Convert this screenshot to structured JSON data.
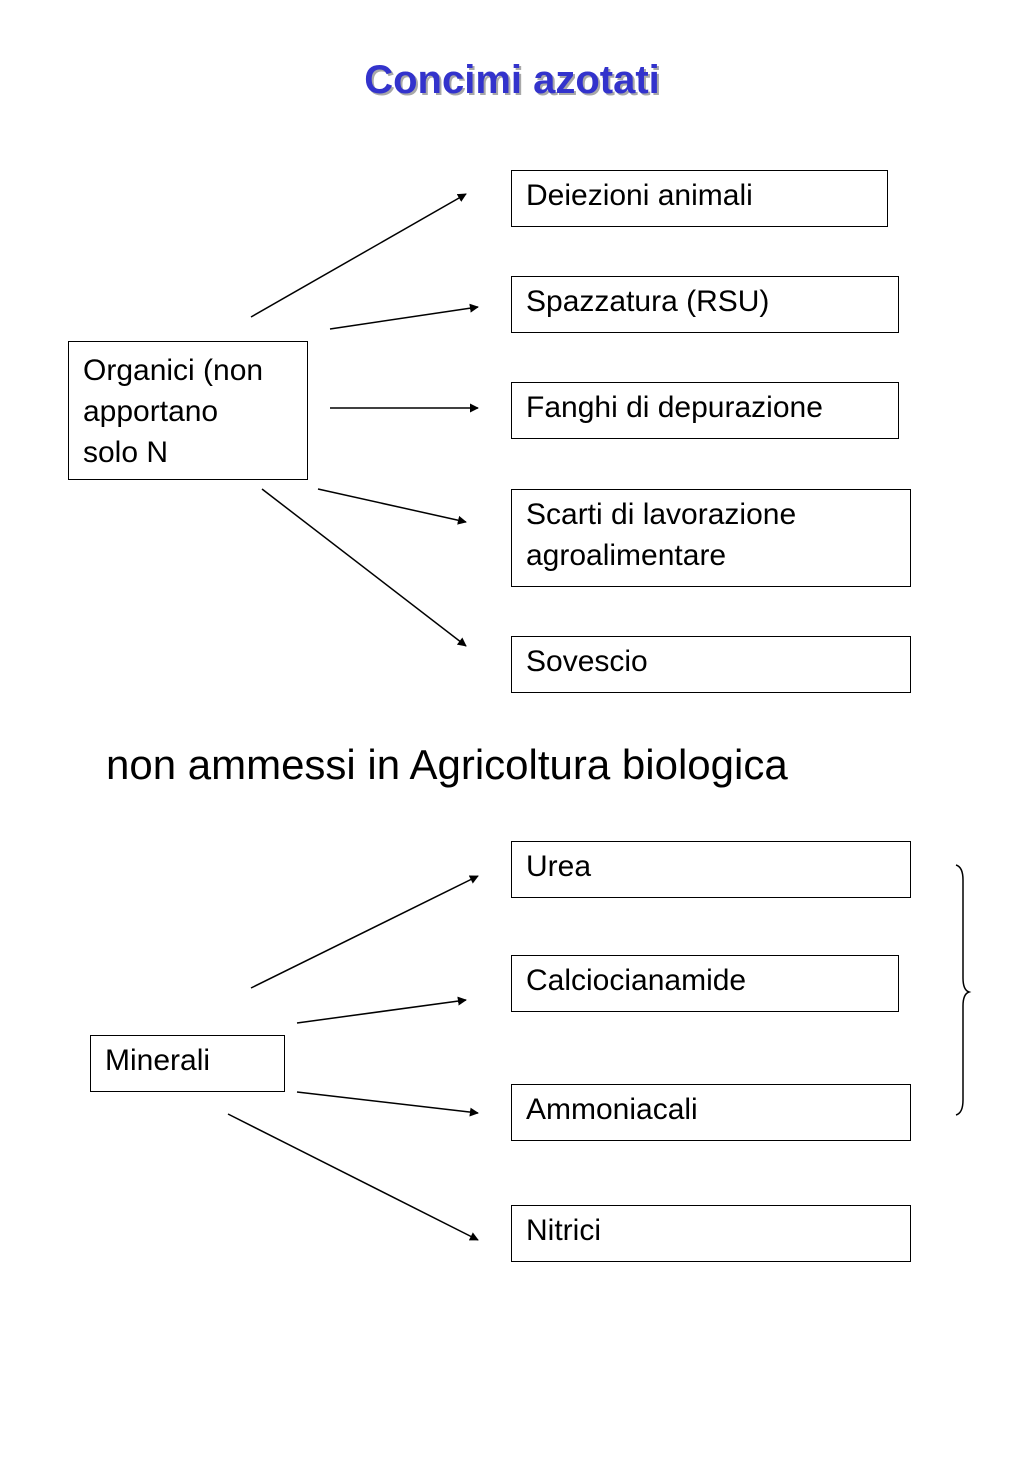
{
  "title": "Concimi azotati",
  "colors": {
    "title": "#3333cc",
    "title_shadow": "#a8a8a8",
    "line": "#000000",
    "border": "#000000"
  },
  "organic": {
    "source": {
      "line1": "Organici (non",
      "line2": "apportano",
      "line3": "solo N"
    },
    "targets": [
      {
        "label": "Deiezioni animali"
      },
      {
        "label": "Spazzatura (RSU)"
      },
      {
        "label": "Fanghi di depurazione"
      },
      {
        "label": "Scarti di lavorazione",
        "label2": "agroalimentare"
      },
      {
        "label": "Sovescio"
      }
    ]
  },
  "note": "non ammessi in Agricoltura biologica",
  "mineral": {
    "source": {
      "label": "Minerali"
    },
    "targets": [
      {
        "label": "Urea"
      },
      {
        "label": "Calciocianamide"
      },
      {
        "label": "Ammoniacali"
      },
      {
        "label": "Nitrici"
      }
    ]
  }
}
